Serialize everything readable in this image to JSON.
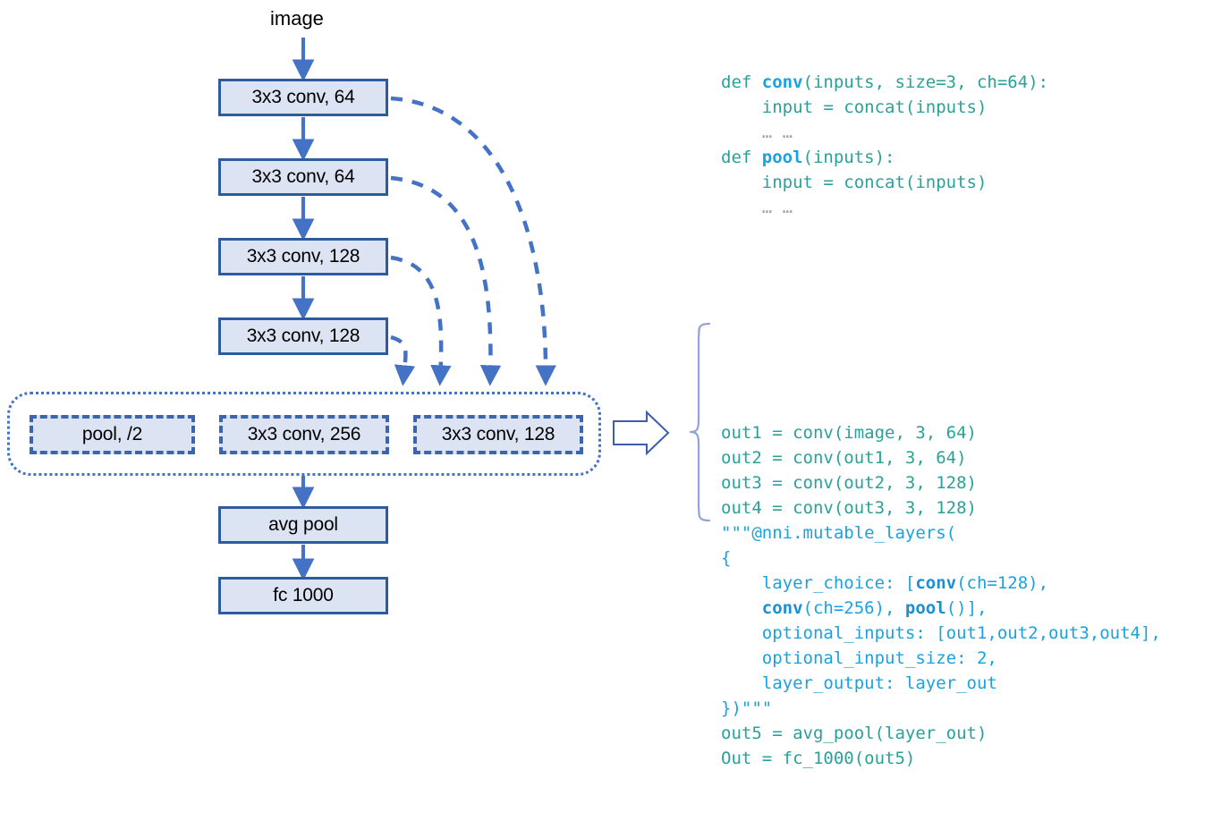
{
  "diagram": {
    "input_label": "image",
    "nodes": [
      {
        "id": "conv1",
        "label": "3x3 conv, 64"
      },
      {
        "id": "conv2",
        "label": "3x3 conv, 64"
      },
      {
        "id": "conv3",
        "label": "3x3 conv, 128"
      },
      {
        "id": "conv4",
        "label": "3x3 conv, 128"
      }
    ],
    "choice_group": {
      "options": [
        {
          "id": "pool2",
          "label": "pool, /2"
        },
        {
          "id": "conv256",
          "label": "3x3 conv, 256"
        },
        {
          "id": "conv128",
          "label": "3x3 conv, 128"
        }
      ]
    },
    "tail_nodes": [
      {
        "id": "avgpool",
        "label": "avg pool"
      },
      {
        "id": "fc1000",
        "label": "fc 1000"
      }
    ],
    "colors": {
      "box_fill": "#DCE3F2",
      "box_border": "#2E5B9E",
      "dashed_border": "#3B65AC",
      "arrow": "#4472C4",
      "container_border": "#4472C4",
      "code_teal": "#2AA198",
      "code_blue": "#1BA1E2",
      "code_dim": "#9AA6B2"
    }
  },
  "code": {
    "function_defs": [
      [
        {
          "t": "def ",
          "c": "kw"
        },
        {
          "t": "conv",
          "c": "fn"
        },
        {
          "t": "(inputs, size=3, ch=64):",
          "c": "kw"
        }
      ],
      [
        {
          "t": "    input = concat(inputs)",
          "c": "kw"
        }
      ],
      [
        {
          "t": "    … …",
          "c": "dim"
        }
      ],
      [
        {
          "t": "def ",
          "c": "kw"
        },
        {
          "t": "pool",
          "c": "fn"
        },
        {
          "t": "(inputs):",
          "c": "kw"
        }
      ],
      [
        {
          "t": "    input = concat(inputs)",
          "c": "kw"
        }
      ],
      [
        {
          "t": "    … …",
          "c": "dim"
        }
      ]
    ],
    "main_body": [
      [
        {
          "t": "out1 = conv(image, 3, 64)",
          "c": "kw"
        }
      ],
      [
        {
          "t": "out2 = conv(out1, 3, 64)",
          "c": "kw"
        }
      ],
      [
        {
          "t": "out3 = conv(out2, 3, 128)",
          "c": "kw"
        }
      ],
      [
        {
          "t": "out4 = conv(out3, 3, 128)",
          "c": "kw"
        }
      ],
      [
        {
          "t": "\"\"\"@nni.mutable_layers(",
          "c": "blue"
        }
      ],
      [
        {
          "t": "{",
          "c": "blue"
        }
      ],
      [
        {
          "t": "    layer_choice: [",
          "c": "blue"
        },
        {
          "t": "conv",
          "c": "fn-dark"
        },
        {
          "t": "(ch=128),",
          "c": "blue"
        }
      ],
      [
        {
          "t": "    ",
          "c": "blue"
        },
        {
          "t": "conv",
          "c": "fn-dark"
        },
        {
          "t": "(ch=256), ",
          "c": "blue"
        },
        {
          "t": "pool",
          "c": "fn-dark"
        },
        {
          "t": "()],",
          "c": "blue"
        }
      ],
      [
        {
          "t": "    optional_inputs: [out1,out2,out3,out4],",
          "c": "blue"
        }
      ],
      [
        {
          "t": "    optional_input_size: 2,",
          "c": "blue"
        }
      ],
      [
        {
          "t": "    layer_output: layer_out",
          "c": "blue"
        }
      ],
      [
        {
          "t": "})\"\"\"",
          "c": "blue"
        }
      ],
      [
        {
          "t": "out5 = avg_pool(layer_out)",
          "c": "kw"
        }
      ],
      [
        {
          "t": "Out = fc_1000(out5)",
          "c": "kw"
        }
      ]
    ]
  }
}
